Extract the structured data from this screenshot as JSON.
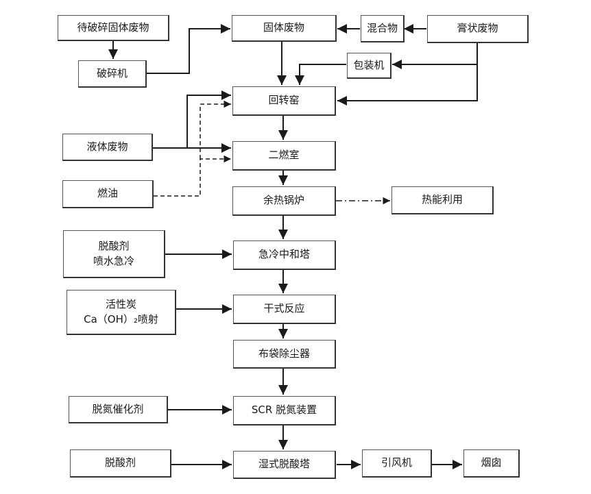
{
  "nodes": {
    "waste_to_crush": "待破碎固体废物",
    "crusher": "破碎机",
    "solid_waste": "固体废物",
    "mixture": "混合物",
    "paste_waste": "膏状废物",
    "packer": "包装机",
    "rotary_kiln": "回转窑",
    "liquid_waste": "液体废物",
    "secondary_chamber": "二燃室",
    "fuel_oil": "燃油",
    "waste_heat_boiler": "余热锅炉",
    "heat_utilization": "热能利用",
    "deacid_quench_line1": "脱酸剂",
    "deacid_quench_line2": "喷水急冷",
    "quench_tower": "急冷中和塔",
    "carbon_line1": "活性炭",
    "carbon_line2": "Ca（OH）₂喷射",
    "dry_reaction": "干式反应",
    "bag_filter": "布袋除尘器",
    "denitration_catalyst": "脱氮催化剂",
    "scr_device": "SCR 脱氮装置",
    "deacid_agent": "脱酸剂",
    "wet_tower": "湿式脱酸塔",
    "induced_fan": "引风机",
    "chimney": "烟囱"
  },
  "colors": {
    "line": "#1a1a1a",
    "box_border": "#444444"
  }
}
